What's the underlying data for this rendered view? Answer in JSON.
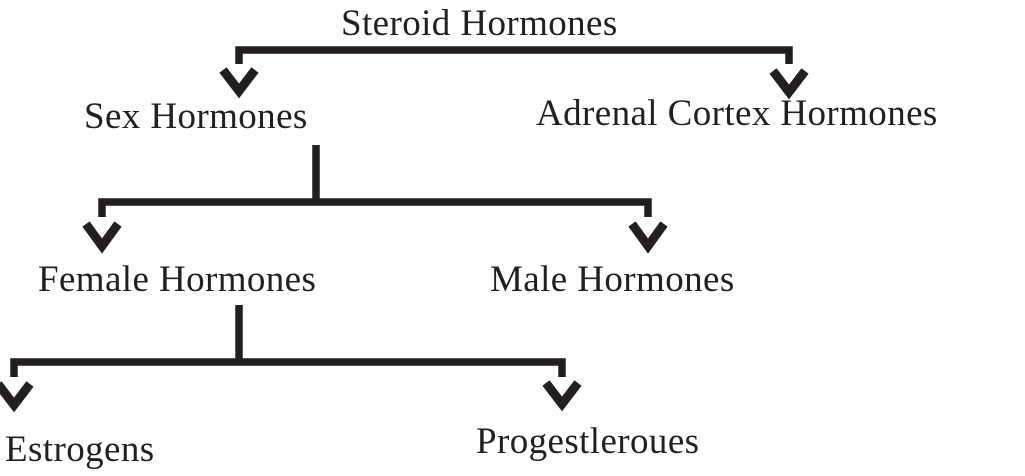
{
  "diagram": {
    "type": "tree",
    "title": "Steroid Hormones classification flowchart",
    "colors": {
      "ink": "#231f20",
      "background": "#ffffff"
    },
    "nodes": {
      "steroid": {
        "label": "Steroid Hormones"
      },
      "sex": {
        "label": "Sex Hormones"
      },
      "adrenal": {
        "label": "Adrenal Cortex Hormones"
      },
      "female": {
        "label": "Female Hormones"
      },
      "male": {
        "label": "Male Hormones"
      },
      "estrogens": {
        "label": "Estrogens"
      },
      "progest": {
        "label": "Progestleroues"
      }
    },
    "edges": [
      {
        "from": "Steroid Hormones",
        "to": "Sex Hormones"
      },
      {
        "from": "Steroid Hormones",
        "to": "Adrenal Cortex Hormones"
      },
      {
        "from": "Sex Hormones",
        "to": "Female Hormones"
      },
      {
        "from": "Sex Hormones",
        "to": "Male Hormones"
      },
      {
        "from": "Female Hormones",
        "to": "Estrogens"
      },
      {
        "from": "Female Hormones",
        "to": "Progestleroues"
      }
    ]
  }
}
